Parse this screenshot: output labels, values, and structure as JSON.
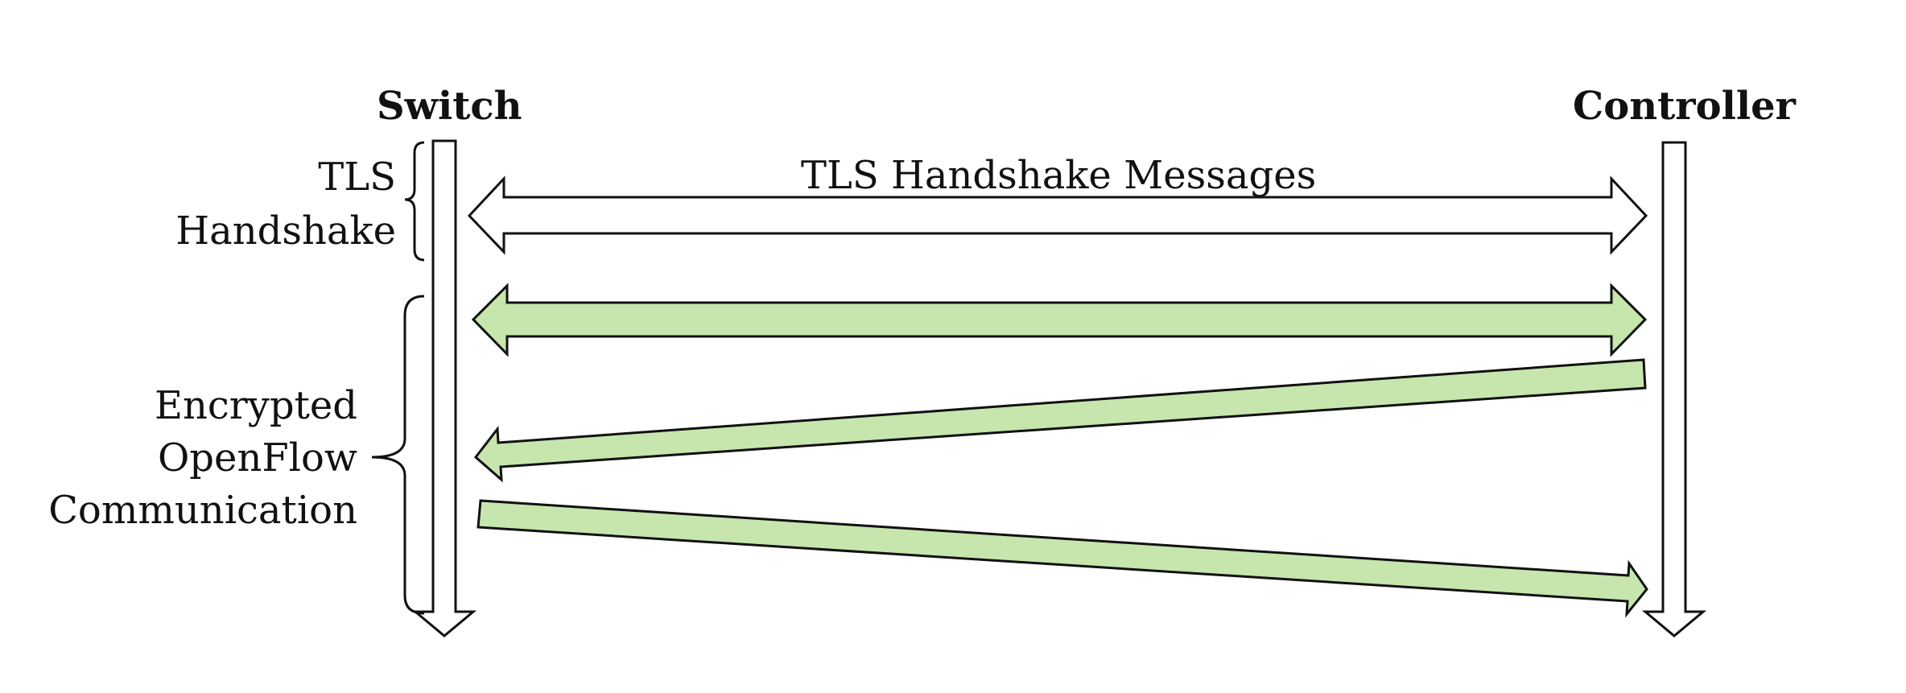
{
  "actors": {
    "switch": "Switch",
    "controller": "Controller"
  },
  "phases": {
    "tls_line1": "TLS",
    "tls_line2": "Handshake",
    "enc_line1": "Encrypted",
    "enc_line2": "OpenFlow",
    "enc_line3": "Communication"
  },
  "messages": {
    "tls_handshake": "TLS Handshake Messages"
  },
  "colors": {
    "stroke": "#111111",
    "fill_white": "#ffffff",
    "fill_green": "#c6e6ad"
  }
}
